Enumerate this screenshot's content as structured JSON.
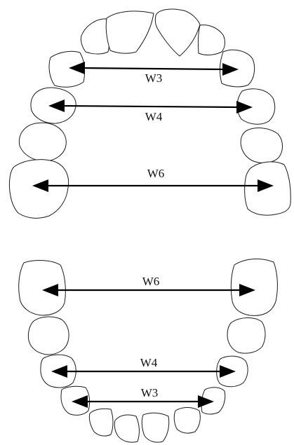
{
  "upper_arch": {
    "measurements": [
      {
        "label": "W3"
      },
      {
        "label": "W4"
      },
      {
        "label": "W6"
      }
    ]
  },
  "lower_arch": {
    "measurements": [
      {
        "label": "W6"
      },
      {
        "label": "W4"
      },
      {
        "label": "W3"
      }
    ]
  },
  "colors": {
    "outline": "#1a1a1a",
    "arrow": "#000000",
    "text": "#111111"
  }
}
